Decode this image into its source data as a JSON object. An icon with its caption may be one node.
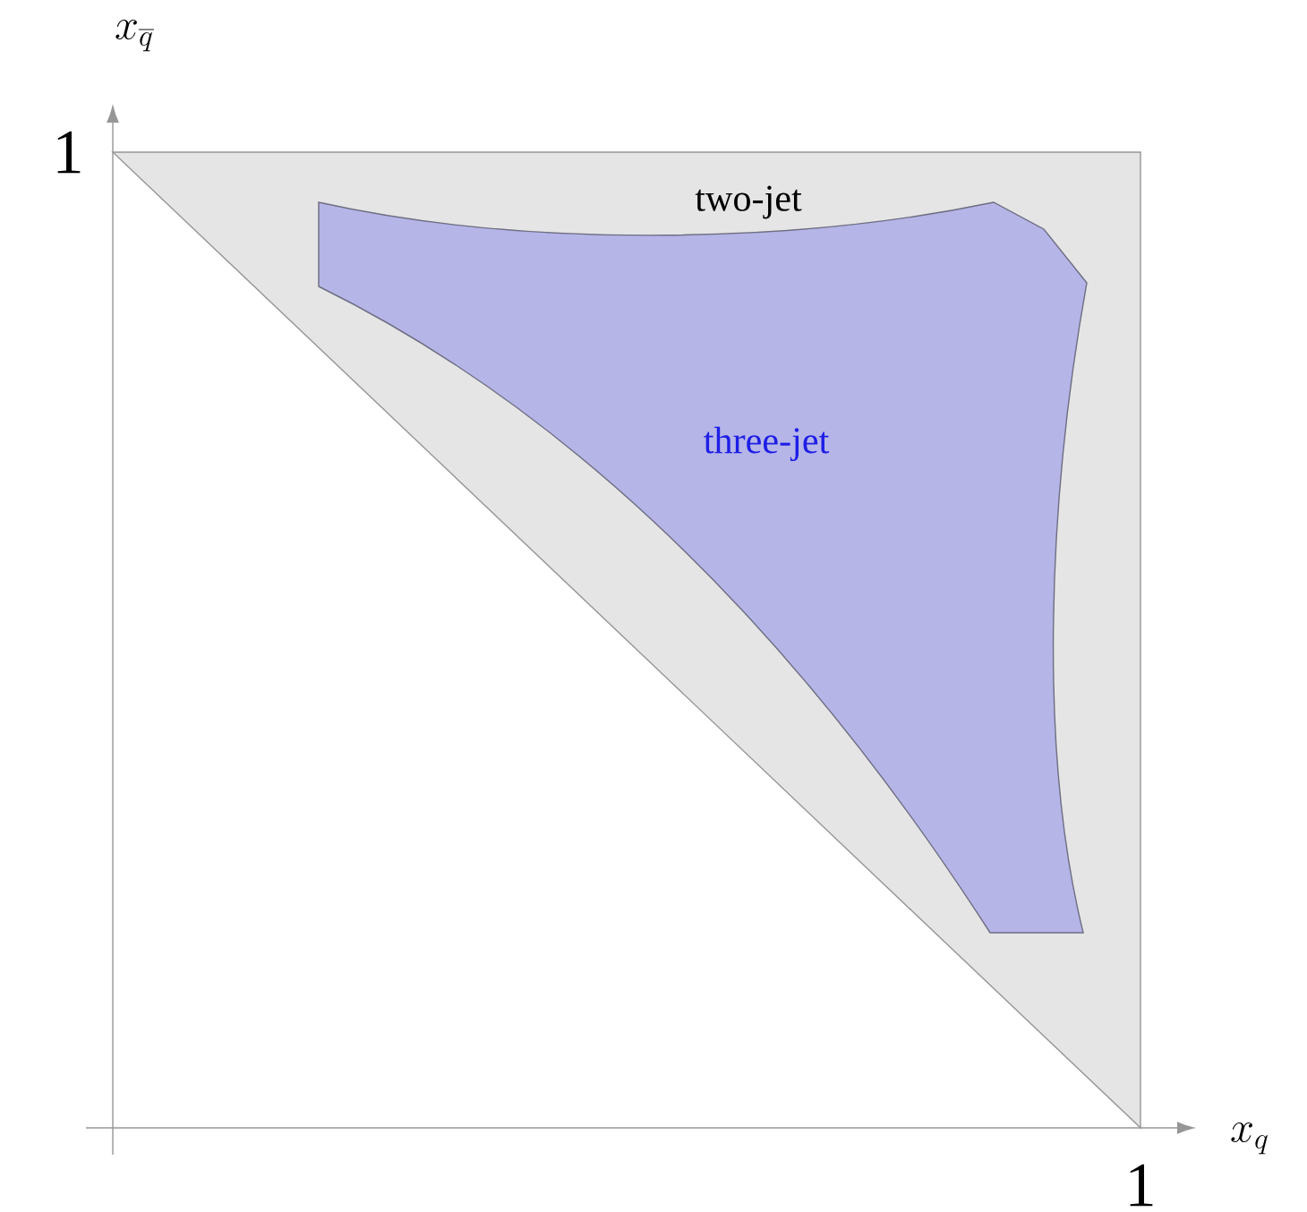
{
  "diagram": {
    "nodes": [
      {
        "text": [
          "two-jet"
        ]
      },
      {
        "text": [
          "three-jet"
        ],
        "in": 0
      }
    ],
    "labels": [
      "x_{\\overline{q}}",
      "1",
      "x_q",
      "1"
    ]
  }
}
